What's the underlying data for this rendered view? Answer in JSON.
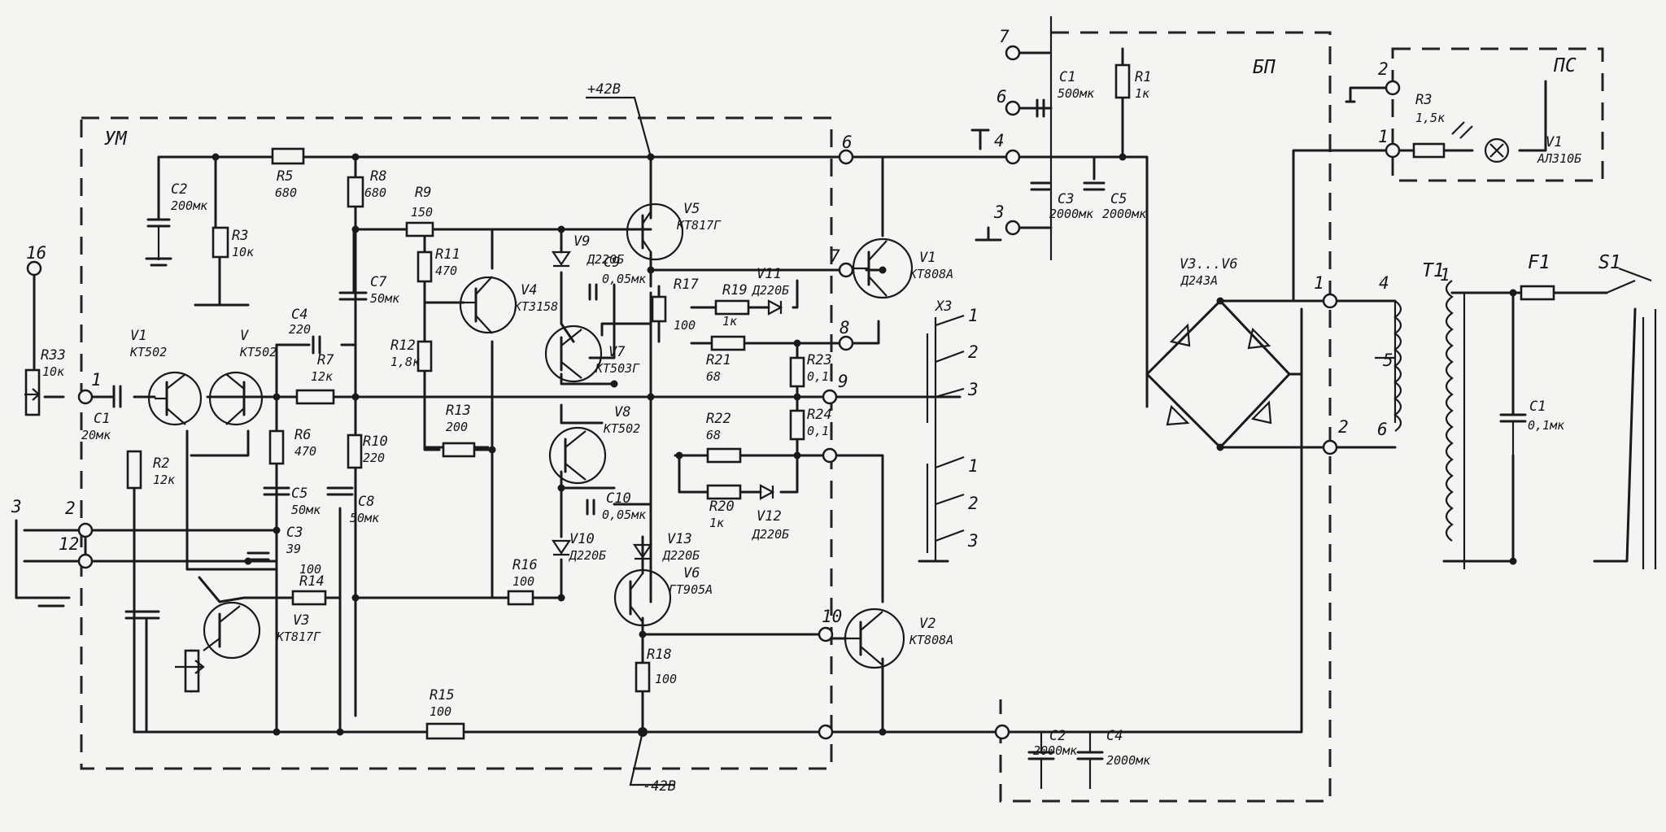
{
  "blocks": {
    "amp": "УМ",
    "psu": "БП",
    "indicator": "ПС"
  },
  "rails": {
    "pos": "+42В",
    "neg": "-42В"
  },
  "transistors": [
    {
      "ref": "V1",
      "type": "КТ502"
    },
    {
      "ref": "V",
      "type": "КТ502"
    },
    {
      "ref": "V3",
      "type": "КТ817Г"
    },
    {
      "ref": "V4",
      "type": "КТ3158"
    },
    {
      "ref": "V5",
      "type": "КТ817Г"
    },
    {
      "ref": "V7",
      "type": "КТ503Г"
    },
    {
      "ref": "V8",
      "type": "КТ502"
    },
    {
      "ref": "V6",
      "type": "ГТ905А"
    },
    {
      "ref": "V1",
      "type": "КТ808А"
    },
    {
      "ref": "V2",
      "type": "КТ808А"
    }
  ],
  "diodes": [
    {
      "ref": "V9",
      "type": "Д220Б"
    },
    {
      "ref": "V10",
      "type": "Д220Б"
    },
    {
      "ref": "V11",
      "type": "Д220Б"
    },
    {
      "ref": "V12",
      "type": "Д220Б"
    },
    {
      "ref": "V13",
      "type": "Д220Б"
    }
  ],
  "resistors": [
    {
      "ref": "R33",
      "value": "10к"
    },
    {
      "ref": "R2",
      "value": "12к"
    },
    {
      "ref": "R3",
      "value": "10к"
    },
    {
      "ref": "R5",
      "value": "680"
    },
    {
      "ref": "R8",
      "value": "680"
    },
    {
      "ref": "R9",
      "value": "150"
    },
    {
      "ref": "R7",
      "value": "12к"
    },
    {
      "ref": "R6",
      "value": "470"
    },
    {
      "ref": "R10",
      "value": "220"
    },
    {
      "ref": "R14",
      "value": "100"
    },
    {
      "ref": "R11",
      "value": "470"
    },
    {
      "ref": "R12",
      "value": "1,8к"
    },
    {
      "ref": "R13",
      "value": "200"
    },
    {
      "ref": "R15",
      "value": "100"
    },
    {
      "ref": "R16",
      "value": "100"
    },
    {
      "ref": "R17",
      "value": "100"
    },
    {
      "ref": "R18",
      "value": "100"
    },
    {
      "ref": "R19",
      "value": "1к"
    },
    {
      "ref": "R20",
      "value": "1к"
    },
    {
      "ref": "R21",
      "value": "68"
    },
    {
      "ref": "R22",
      "value": "68"
    },
    {
      "ref": "R23",
      "value": "0,1"
    },
    {
      "ref": "R24",
      "value": "0,1"
    }
  ],
  "capacitors": [
    {
      "ref": "C1",
      "value": "20мк"
    },
    {
      "ref": "C2",
      "value": "200мк"
    },
    {
      "ref": "C4",
      "value": "220"
    },
    {
      "ref": "C7",
      "value": "50мк"
    },
    {
      "ref": "C5",
      "value": "50мк"
    },
    {
      "ref": "C3",
      "value": "39"
    },
    {
      "ref": "C8",
      "value": "50мк"
    },
    {
      "ref": "C9",
      "value": "0,05мк"
    },
    {
      "ref": "C10",
      "value": "0,05мк"
    }
  ],
  "psu": {
    "c1": "C1",
    "c1_val": "500мк",
    "r1": "R1",
    "r1_val": "1к",
    "c3": "C3",
    "c3_val": "2000мк",
    "c5": "C5",
    "c5_val": "2000мк",
    "c2": "C2",
    "c2_val": "2000мк",
    "c4": "C4",
    "c4_val": "2000мк",
    "bridge": "V3...V6",
    "bridge_type": "Д243А",
    "transformer": "Т1",
    "fuse": "F1",
    "switch": "S1",
    "cap": "C1",
    "cap_val": "0,1мк"
  },
  "indicator": {
    "r": "R3",
    "r_val": "1,5к",
    "led": "V1",
    "led_type": "АЛ310Б"
  },
  "connector": "X3",
  "pins": [
    "1",
    "2",
    "3",
    "1",
    "2",
    "3"
  ],
  "nodes": [
    "16",
    "1",
    "2",
    "12",
    "3",
    "6",
    "7",
    "8",
    "9",
    "10",
    "7",
    "6",
    "4",
    "3",
    "1",
    "2",
    "1",
    "2",
    "4",
    "5",
    "6",
    "1"
  ]
}
